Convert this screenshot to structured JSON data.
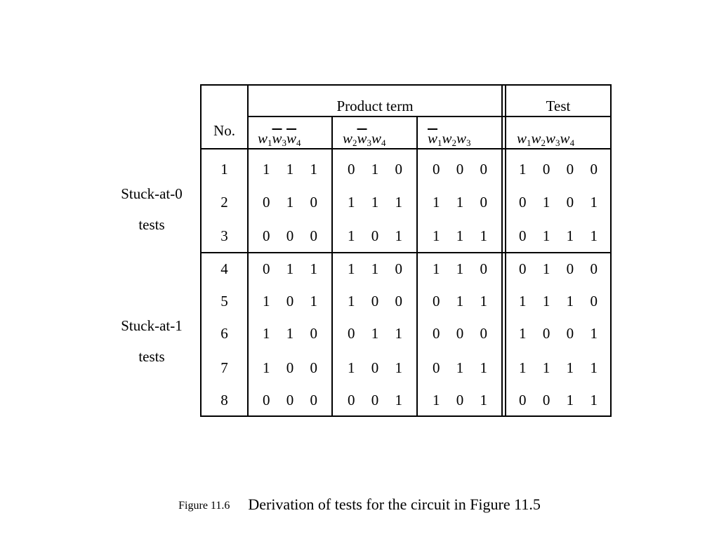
{
  "table": {
    "no_header": "No.",
    "product_term_header": "Product term",
    "test_header": "Test",
    "product_cols": [
      [
        {
          "v": "w",
          "s": "1",
          "bar": false
        },
        {
          "v": "w",
          "s": "3",
          "bar": true
        },
        {
          "v": "w",
          "s": "4",
          "bar": true
        }
      ],
      [
        {
          "v": "w",
          "s": "2",
          "bar": false
        },
        {
          "v": "w",
          "s": "3",
          "bar": true
        },
        {
          "v": "w",
          "s": "4",
          "bar": false
        }
      ],
      [
        {
          "v": "w",
          "s": "1",
          "bar": true
        },
        {
          "v": "w",
          "s": "2",
          "bar": false
        },
        {
          "v": "w",
          "s": "3",
          "bar": false
        }
      ]
    ],
    "test_col": [
      {
        "v": "w",
        "s": "1",
        "bar": false
      },
      {
        "v": "w",
        "s": "2",
        "bar": false
      },
      {
        "v": "w",
        "s": "3",
        "bar": false
      },
      {
        "v": "w",
        "s": "4",
        "bar": false
      }
    ],
    "rows": [
      {
        "no": "1",
        "p1": [
          "1",
          "1",
          "1"
        ],
        "p2": [
          "0",
          "1",
          "0"
        ],
        "p3": [
          "0",
          "0",
          "0"
        ],
        "test": [
          "1",
          "0",
          "0",
          "0"
        ]
      },
      {
        "no": "2",
        "p1": [
          "0",
          "1",
          "0"
        ],
        "p2": [
          "1",
          "1",
          "1"
        ],
        "p3": [
          "1",
          "1",
          "0"
        ],
        "test": [
          "0",
          "1",
          "0",
          "1"
        ]
      },
      {
        "no": "3",
        "p1": [
          "0",
          "0",
          "0"
        ],
        "p2": [
          "1",
          "0",
          "1"
        ],
        "p3": [
          "1",
          "1",
          "1"
        ],
        "test": [
          "0",
          "1",
          "1",
          "1"
        ]
      },
      {
        "no": "4",
        "p1": [
          "0",
          "1",
          "1"
        ],
        "p2": [
          "1",
          "1",
          "0"
        ],
        "p3": [
          "1",
          "1",
          "0"
        ],
        "test": [
          "0",
          "1",
          "0",
          "0"
        ]
      },
      {
        "no": "5",
        "p1": [
          "1",
          "0",
          "1"
        ],
        "p2": [
          "1",
          "0",
          "0"
        ],
        "p3": [
          "0",
          "1",
          "1"
        ],
        "test": [
          "1",
          "1",
          "1",
          "0"
        ]
      },
      {
        "no": "6",
        "p1": [
          "1",
          "1",
          "0"
        ],
        "p2": [
          "0",
          "1",
          "1"
        ],
        "p3": [
          "0",
          "0",
          "0"
        ],
        "test": [
          "1",
          "0",
          "0",
          "1"
        ]
      },
      {
        "no": "7",
        "p1": [
          "1",
          "0",
          "0"
        ],
        "p2": [
          "1",
          "0",
          "1"
        ],
        "p3": [
          "0",
          "1",
          "1"
        ],
        "test": [
          "1",
          "1",
          "1",
          "1"
        ]
      },
      {
        "no": "8",
        "p1": [
          "0",
          "0",
          "0"
        ],
        "p2": [
          "0",
          "0",
          "1"
        ],
        "p3": [
          "1",
          "0",
          "1"
        ],
        "test": [
          "0",
          "0",
          "1",
          "1"
        ]
      }
    ]
  },
  "groups": {
    "stuck0": {
      "line1": "Stuck-at-0",
      "line2": "tests"
    },
    "stuck1": {
      "line1": "Stuck-at-1",
      "line2": "tests"
    }
  },
  "caption": {
    "label": "Figure 11.6",
    "text": "Derivation of tests for the circuit in Figure 11.5"
  }
}
